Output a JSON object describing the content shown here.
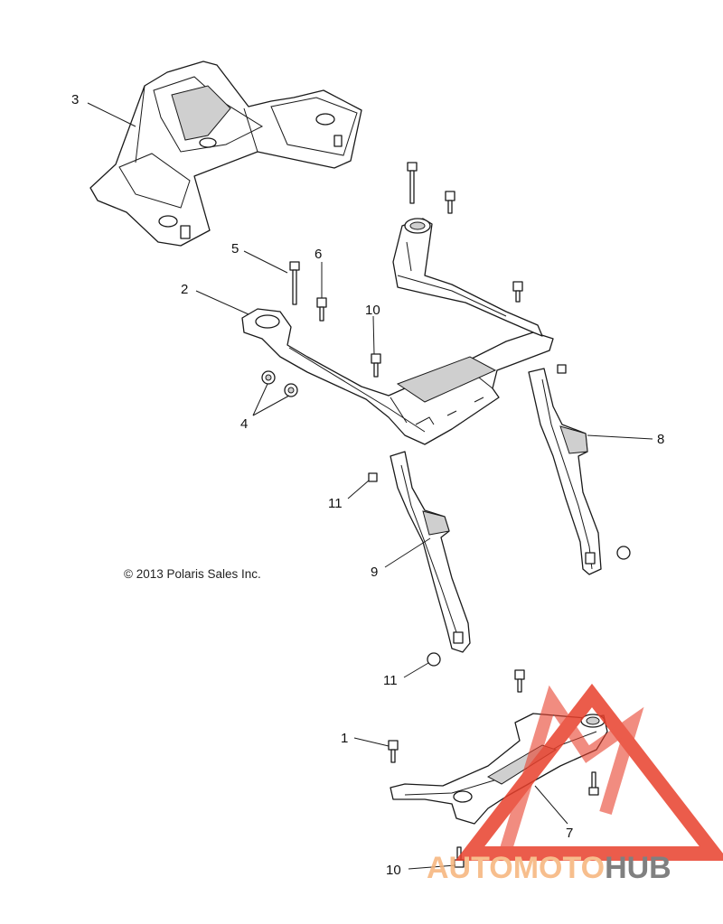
{
  "copyright": "© 2013 Polaris Sales Inc.",
  "callouts": {
    "c1": "1",
    "c2": "2",
    "c3": "3",
    "c4": "4",
    "c5": "5",
    "c6": "6",
    "c7": "7",
    "c8": "8",
    "c9": "9",
    "c10a": "10",
    "c10b": "10",
    "c11a": "11",
    "c11b": "11"
  },
  "watermark": {
    "word_part1": "AUTOMOTO",
    "word_part2": "HUB",
    "accent_color": "#e8402c",
    "secondary_color": "#f6b37a",
    "dark_color": "#6b6b6b"
  }
}
